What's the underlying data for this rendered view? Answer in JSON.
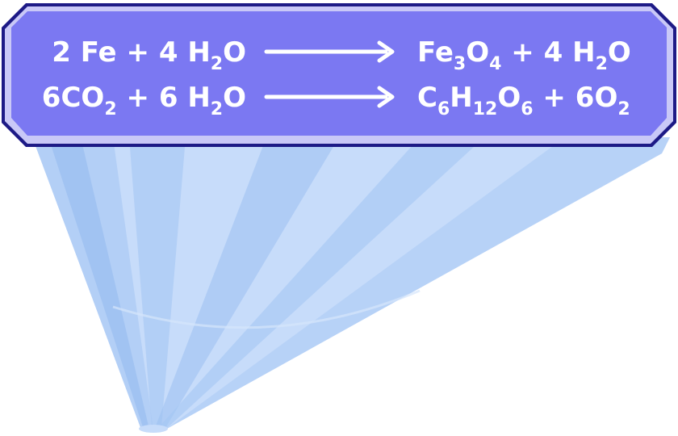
{
  "colors": {
    "banner_fill": "#7b78f2",
    "banner_border": "#1d1a86",
    "banner_bevel": "#c9c8f7",
    "beam_light": "#c7dcfa",
    "beam_mid": "#a9c9f4",
    "beam_dark": "#8fb8ee",
    "text": "#ffffff"
  },
  "equations": [
    {
      "reactants": [
        {
          "parts": [
            {
              "t": "2",
              "sub": false
            },
            {
              "t": " Fe",
              "sub": false
            }
          ]
        },
        {
          "parts": [
            {
              "t": "+",
              "sub": false
            }
          ]
        },
        {
          "parts": [
            {
              "t": "4",
              "sub": false
            },
            {
              "t": " H",
              "sub": false
            },
            {
              "t": "2",
              "sub": true
            },
            {
              "t": "O",
              "sub": false
            }
          ]
        }
      ],
      "products": [
        {
          "parts": [
            {
              "t": "Fe",
              "sub": false
            },
            {
              "t": "3",
              "sub": true
            },
            {
              "t": "O",
              "sub": false
            },
            {
              "t": "4",
              "sub": true
            }
          ]
        },
        {
          "parts": [
            {
              "t": "+",
              "sub": false
            }
          ]
        },
        {
          "parts": [
            {
              "t": "4",
              "sub": false
            },
            {
              "t": " H",
              "sub": false
            },
            {
              "t": "2",
              "sub": true
            },
            {
              "t": "O",
              "sub": false
            }
          ]
        }
      ]
    },
    {
      "reactants": [
        {
          "parts": [
            {
              "t": "6",
              "sub": false
            },
            {
              "t": "CO",
              "sub": false
            },
            {
              "t": "2",
              "sub": true
            }
          ]
        },
        {
          "parts": [
            {
              "t": "+",
              "sub": false
            }
          ]
        },
        {
          "parts": [
            {
              "t": "6",
              "sub": false
            },
            {
              "t": " H",
              "sub": false
            },
            {
              "t": "2",
              "sub": true
            },
            {
              "t": "O",
              "sub": false
            }
          ]
        }
      ],
      "products": [
        {
          "parts": [
            {
              "t": "C",
              "sub": false
            },
            {
              "t": "6",
              "sub": true
            },
            {
              "t": "H",
              "sub": false
            },
            {
              "t": "12",
              "sub": true
            },
            {
              "t": "O",
              "sub": false
            },
            {
              "t": "6",
              "sub": true
            }
          ]
        },
        {
          "parts": [
            {
              "t": "+",
              "sub": false
            }
          ]
        },
        {
          "parts": [
            {
              "t": "6",
              "sub": false
            },
            {
              "t": "O",
              "sub": false
            },
            {
              "t": "2",
              "sub": true
            }
          ]
        }
      ]
    }
  ],
  "arrow_icon": "right-arrow-icon"
}
